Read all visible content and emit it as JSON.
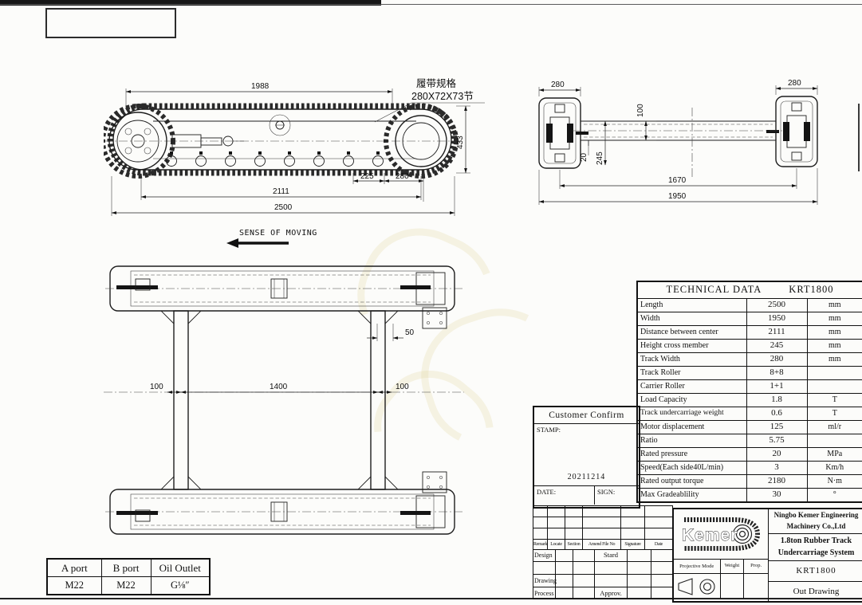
{
  "annotations": {
    "track_spec_line1": "履带规格",
    "track_spec_line2": "280X72X73节",
    "sense_of_moving": "SENSE OF MOVING"
  },
  "side_view": {
    "dims": {
      "top_width": "1988",
      "height": "433",
      "span_225": "225",
      "span_280": "280",
      "center_distance": "2111",
      "overall_length": "2500"
    }
  },
  "front_view": {
    "dims": {
      "track_width_left": "280",
      "track_width_right": "280",
      "beam_height": "100",
      "rod_offset": "20",
      "member_height": "245",
      "track_centers": "1670",
      "overall_width": "1950"
    }
  },
  "plan_view": {
    "dims": {
      "member_offset": "50",
      "gap_left": "100",
      "member_span": "1400",
      "gap_right": "100"
    }
  },
  "tech_table": {
    "title": "TECHNICAL DATA",
    "model": "KRT1800",
    "rows": [
      {
        "label": "Length",
        "value": "2500",
        "unit": "mm"
      },
      {
        "label": "Width",
        "value": "1950",
        "unit": "mm"
      },
      {
        "label": "Distance between center",
        "value": "2111",
        "unit": "mm"
      },
      {
        "label": "Height cross member",
        "value": "245",
        "unit": "mm"
      },
      {
        "label": "Track Width",
        "value": "280",
        "unit": "mm"
      },
      {
        "label": "Track Roller",
        "value": "8+8",
        "unit": ""
      },
      {
        "label": "Carrier Roller",
        "value": "1+1",
        "unit": ""
      },
      {
        "label": "Load Capacity",
        "value": "1.8",
        "unit": "T"
      },
      {
        "label": "Track undercarriage weight",
        "value": "0.6",
        "unit": "T"
      },
      {
        "label": "Motor displacement",
        "value": "125",
        "unit": "ml/r"
      },
      {
        "label": "Ratio",
        "value": "5.75",
        "unit": ""
      },
      {
        "label": "Rated pressure",
        "value": "20",
        "unit": "MPa"
      },
      {
        "label": "Speed(Each side40L/min)",
        "value": "3",
        "unit": "Km/h"
      },
      {
        "label": "Rated output torque",
        "value": "2180",
        "unit": "N·m"
      },
      {
        "label": "Max Gradeablility",
        "value": "30",
        "unit": "°"
      }
    ]
  },
  "customer_confirm": {
    "title": "Customer Confirm",
    "stamp_label": "STAMP:",
    "stamp_value": "20211214",
    "date_label": "DATE:",
    "sign_label": "SIGN:"
  },
  "revision_block": {
    "headers": [
      "Remark",
      "Locate",
      "Section",
      "Amend File No",
      "Signature",
      "Date"
    ],
    "row_design_label": "Design",
    "row_design_stamp": "Stard",
    "row_drawing_label": "Drawing",
    "row_process_label": "Process",
    "row_process_stamp": "Approv."
  },
  "title_block": {
    "logo_text": "Kemer",
    "company_line1": "Ningbo Kemer Engineering",
    "company_line2": "Machinery Co.,Ltd",
    "product_line1": "1.8ton Rubber Track",
    "product_line2": "Undercarriage System",
    "model": "KRT1800",
    "drawing_type": "Out Drawing",
    "projective_mode_label": "Projective Mode",
    "weight_label": "Weight",
    "prop_label": "Prop."
  },
  "port_table": {
    "headers": [
      "A port",
      "B port",
      "Oil Outlet"
    ],
    "values": [
      "M22",
      "M22",
      "G⅛″"
    ]
  }
}
